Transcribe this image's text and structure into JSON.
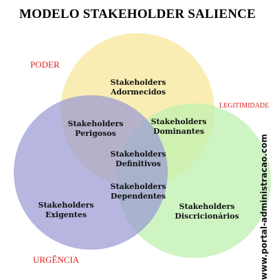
{
  "title": "MODELO STAKEHOLDER SALIENCE",
  "labels": {
    "poder": "PODER",
    "legitimidade": "LEGITIMIDADE",
    "urgencia": "URGÊNCIA"
  },
  "regions": {
    "adormecidos": [
      "Stakeholders",
      "Adormecidos"
    ],
    "perigosos": [
      "Stakeholders",
      "Perigosos"
    ],
    "dominantes": [
      "Stakeholders",
      "Dominantes"
    ],
    "definitivos": [
      "Stakeholders",
      "Definitivos"
    ],
    "dependentes": [
      "Stakeholders",
      "Dependentes"
    ],
    "exigentes": [
      "Stakeholders",
      "Exigentes"
    ],
    "discricionarios": [
      "Stakeholders",
      "Discricionários"
    ]
  },
  "watermark": "www.portal-administracao.com",
  "colors": {
    "poder_circle": "#f7e79a",
    "legitimidade_circle": "#bff0b0",
    "urgencia_circle": "#9a9ad4",
    "label_red": "#e02020"
  }
}
